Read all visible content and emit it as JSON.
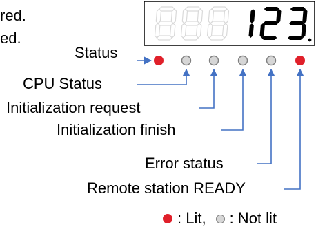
{
  "fragments": {
    "line1": "red.",
    "line2": "ed."
  },
  "display": {
    "digits": [
      "8",
      "8",
      "8",
      "1",
      "2",
      "3"
    ],
    "lit_count": 3,
    "trailing": "."
  },
  "labels": {
    "status": "Status",
    "cpu_status": "CPU Status",
    "init_request": "Initialization request",
    "init_finish": "Initialization finish",
    "error_status": "Error status",
    "remote_ready": "Remote station READY"
  },
  "leds": [
    {
      "name": "status",
      "state": "lit"
    },
    {
      "name": "cpu_status",
      "state": "not_lit"
    },
    {
      "name": "init_request",
      "state": "not_lit"
    },
    {
      "name": "init_finish",
      "state": "not_lit"
    },
    {
      "name": "error_status",
      "state": "not_lit"
    },
    {
      "name": "remote_ready",
      "state": "lit"
    }
  ],
  "legend": {
    "lit": ": Lit,",
    "not_lit": ": Not lit"
  },
  "colors": {
    "lit": "#e0202a",
    "not_lit_fill": "#d6d6d6",
    "not_lit_stroke": "#7f7f7f",
    "leader": "#4472c4",
    "segment_off": "#d9d9d9",
    "segment_on": "#000000"
  }
}
